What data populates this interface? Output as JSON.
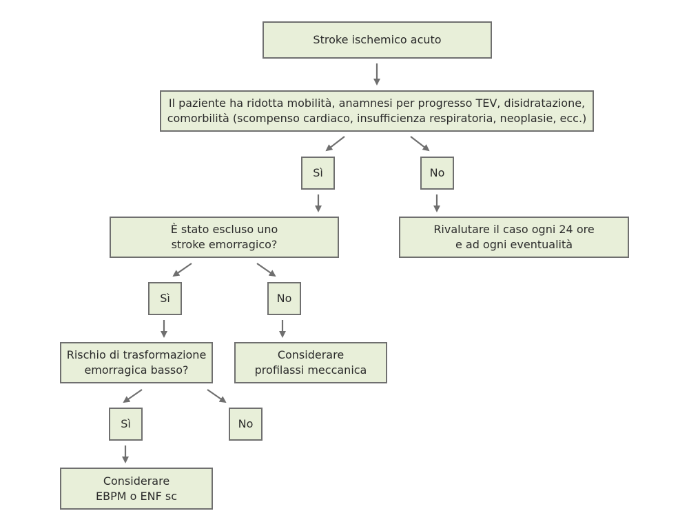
{
  "nodes": {
    "start": "Stroke ischemico acuto",
    "q1": "Il paziente ha ridotta mobilità, anamnesi per progresso TEV, disidratazione,\ncomorbilità (scompenso cardiaco, insufficienza respiratoria, neoplasie, ecc.)",
    "q1_yes": "Sì",
    "q1_no": "No",
    "q2": "È stato escluso uno\nstroke emorragico?",
    "reassess": "Rivalutare il caso ogni 24 ore\ne ad ogni eventualità",
    "q2_yes": "Sì",
    "q2_no": "No",
    "q3": "Rischio di trasformazione\nemorragica basso?",
    "mechanical": "Considerare\nprofilassi meccanica",
    "q3_yes": "Sì",
    "q3_no": "No",
    "ebpm": "Considerare\nEBPM o ENF sc"
  },
  "colors": {
    "box_fill": "#e8efd9",
    "box_border": "#6f6f6f",
    "arrow": "#6f6f6f"
  }
}
